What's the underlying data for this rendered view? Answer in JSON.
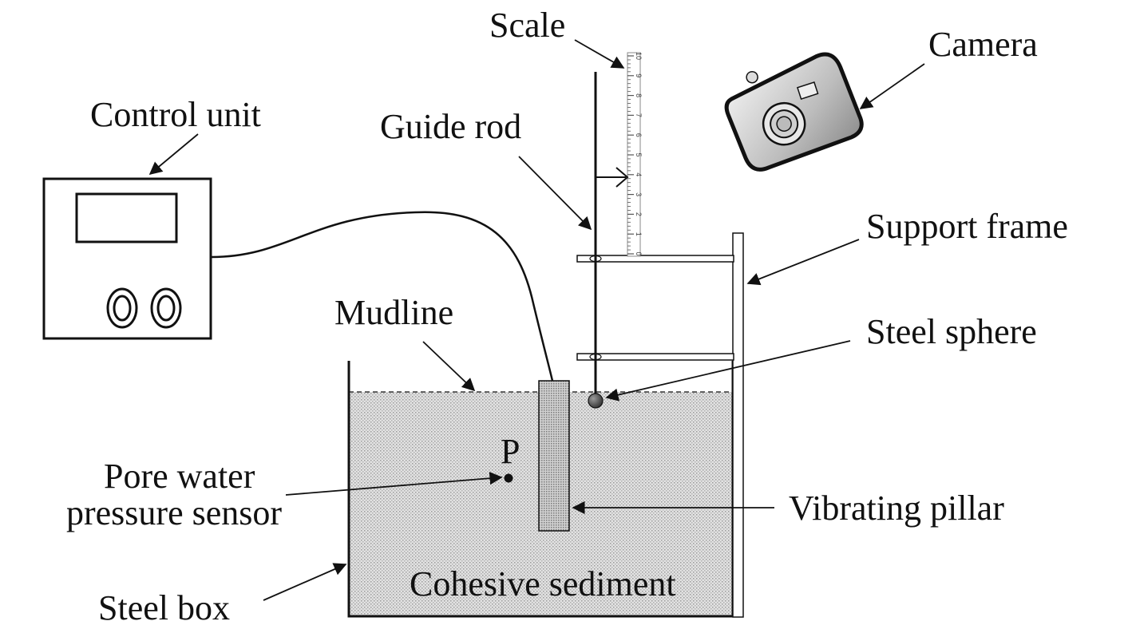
{
  "labels": {
    "scale": "Scale",
    "camera": "Camera",
    "control_unit": "Control unit",
    "guide_rod": "Guide rod",
    "support_frame": "Support frame",
    "mudline": "Mudline",
    "steel_sphere": "Steel sphere",
    "point_p": "P",
    "pore_water_line1": "Pore water",
    "pore_water_line2": "pressure sensor",
    "vibrating_pillar": "Vibrating pillar",
    "cohesive_sediment": "Cohesive sediment",
    "steel_box": "Steel box"
  },
  "scale_ticks": [
    "0",
    "1",
    "2",
    "3",
    "4",
    "5",
    "6",
    "7",
    "8",
    "9",
    "10"
  ],
  "icons": [
    "camera-icon",
    "control-unit-icon",
    "scale-ruler-icon"
  ],
  "colors": {
    "line": "#111111",
    "sediment_fill": "#dcdcdc",
    "sphere": "#555555",
    "camera_body": "#d6d6d6"
  }
}
